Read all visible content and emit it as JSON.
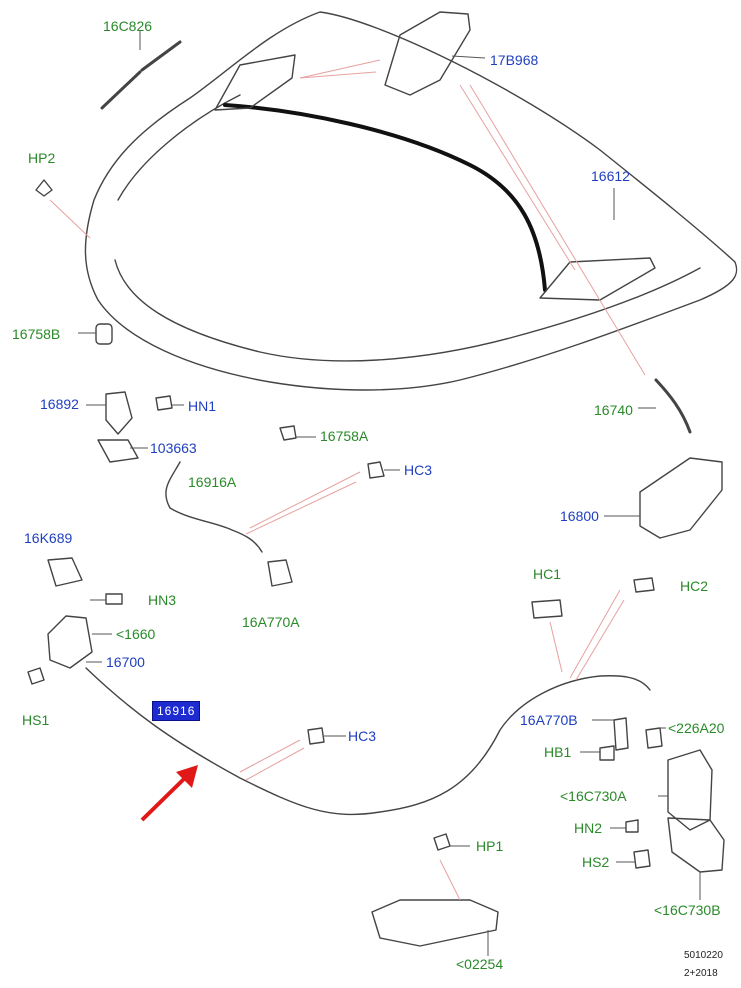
{
  "colors": {
    "green_label": "#2a8a2a",
    "blue_label": "#1f3fbf",
    "leader": "#e8a0a0",
    "part_line": "#444444",
    "highlight_bg": "#1d2bd1",
    "arrow": "#e01818"
  },
  "labels": {
    "l_16c826": "16C826",
    "l_17b968": "17B968",
    "l_hp2": "HP2",
    "l_16612": "16612",
    "l_16758b": "16758B",
    "l_16892": "16892",
    "l_hn1": "HN1",
    "l_103663": "103663",
    "l_16758a": "16758A",
    "l_16740": "16740",
    "l_16916a": "16916A",
    "l_hc3_top": "HC3",
    "l_16800": "16800",
    "l_16k689": "16K689",
    "l_hn3": "HN3",
    "l_16a770a": "16A770A",
    "l_1660": "<1660",
    "l_16700": "16700",
    "l_hc1": "HC1",
    "l_hc2": "HC2",
    "l_hs1": "HS1",
    "l_highlight": "16916",
    "l_hc3_bot": "HC3",
    "l_16a770b": "16A770B",
    "l_226a20": "<226A20",
    "l_hb1": "HB1",
    "l_16c730a": "<16C730A",
    "l_hn2": "HN2",
    "l_hp1": "HP1",
    "l_hs2": "HS2",
    "l_16c730b": "<16C730B",
    "l_02254": "<02254",
    "l_code1": "5010220",
    "l_code2": "2+2018"
  }
}
